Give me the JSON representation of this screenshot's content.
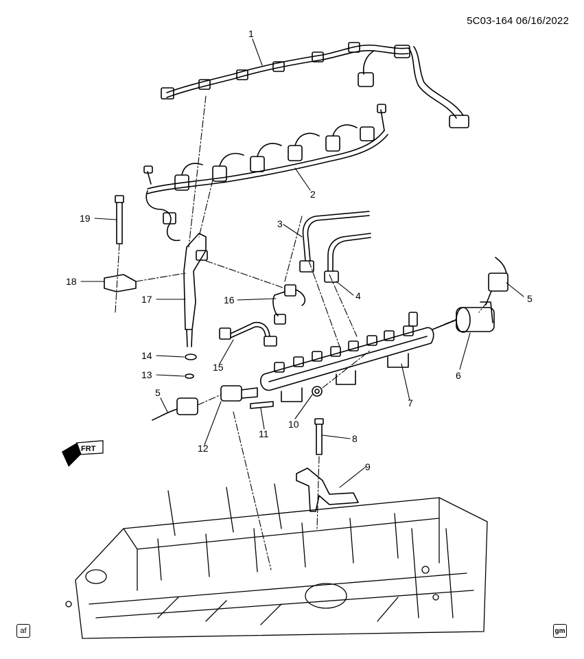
{
  "header": {
    "code_date": "5C03-164  06/16/2022"
  },
  "callouts": [
    {
      "id": "c1",
      "label": "1"
    },
    {
      "id": "c2",
      "label": "2"
    },
    {
      "id": "c3",
      "label": "3"
    },
    {
      "id": "c4",
      "label": "4"
    },
    {
      "id": "c5a",
      "label": "5"
    },
    {
      "id": "c5b",
      "label": "5"
    },
    {
      "id": "c6",
      "label": "6"
    },
    {
      "id": "c7",
      "label": "7"
    },
    {
      "id": "c8",
      "label": "8"
    },
    {
      "id": "c9",
      "label": "9"
    },
    {
      "id": "c10",
      "label": "10"
    },
    {
      "id": "c11",
      "label": "11"
    },
    {
      "id": "c12",
      "label": "12"
    },
    {
      "id": "c13",
      "label": "13"
    },
    {
      "id": "c14",
      "label": "14"
    },
    {
      "id": "c15",
      "label": "15"
    },
    {
      "id": "c16",
      "label": "16"
    },
    {
      "id": "c17",
      "label": "17"
    },
    {
      "id": "c18",
      "label": "18"
    },
    {
      "id": "c19",
      "label": "19"
    }
  ],
  "direction_arrow": {
    "label": "FRT"
  },
  "badges": {
    "left": "af",
    "right": "gm"
  }
}
